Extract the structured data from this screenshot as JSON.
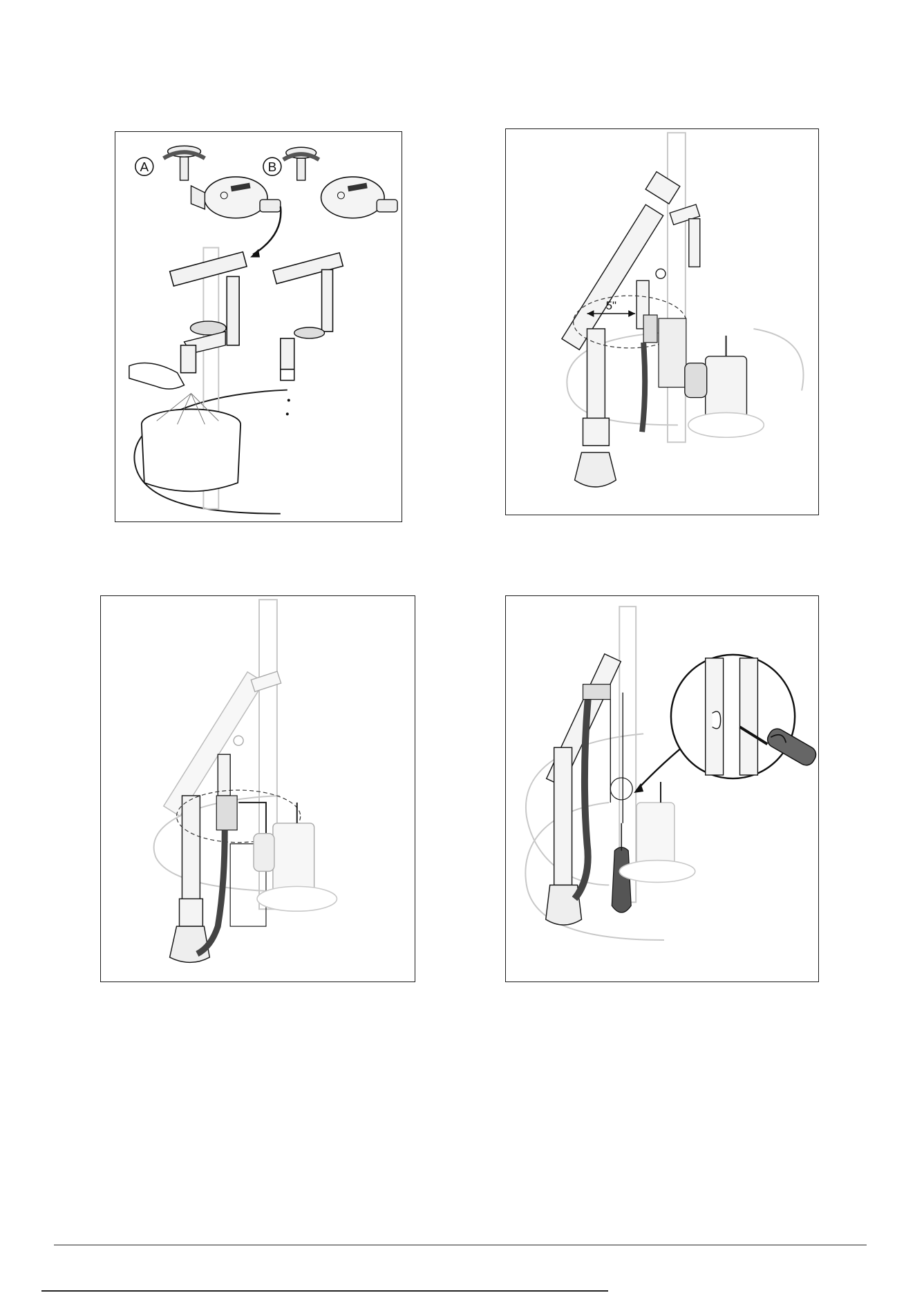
{
  "figures": [
    {
      "id": "fig1",
      "callouts": {
        "a": "A",
        "b": "B"
      }
    },
    {
      "id": "fig2",
      "dimension_label": "5\""
    },
    {
      "id": "fig3"
    },
    {
      "id": "fig4"
    }
  ],
  "colors": {
    "line": "#1a1a1a",
    "ghost": "#c8c8c8",
    "fill_light": "#f2f2f2",
    "fill_dark": "#5a5a5a"
  }
}
